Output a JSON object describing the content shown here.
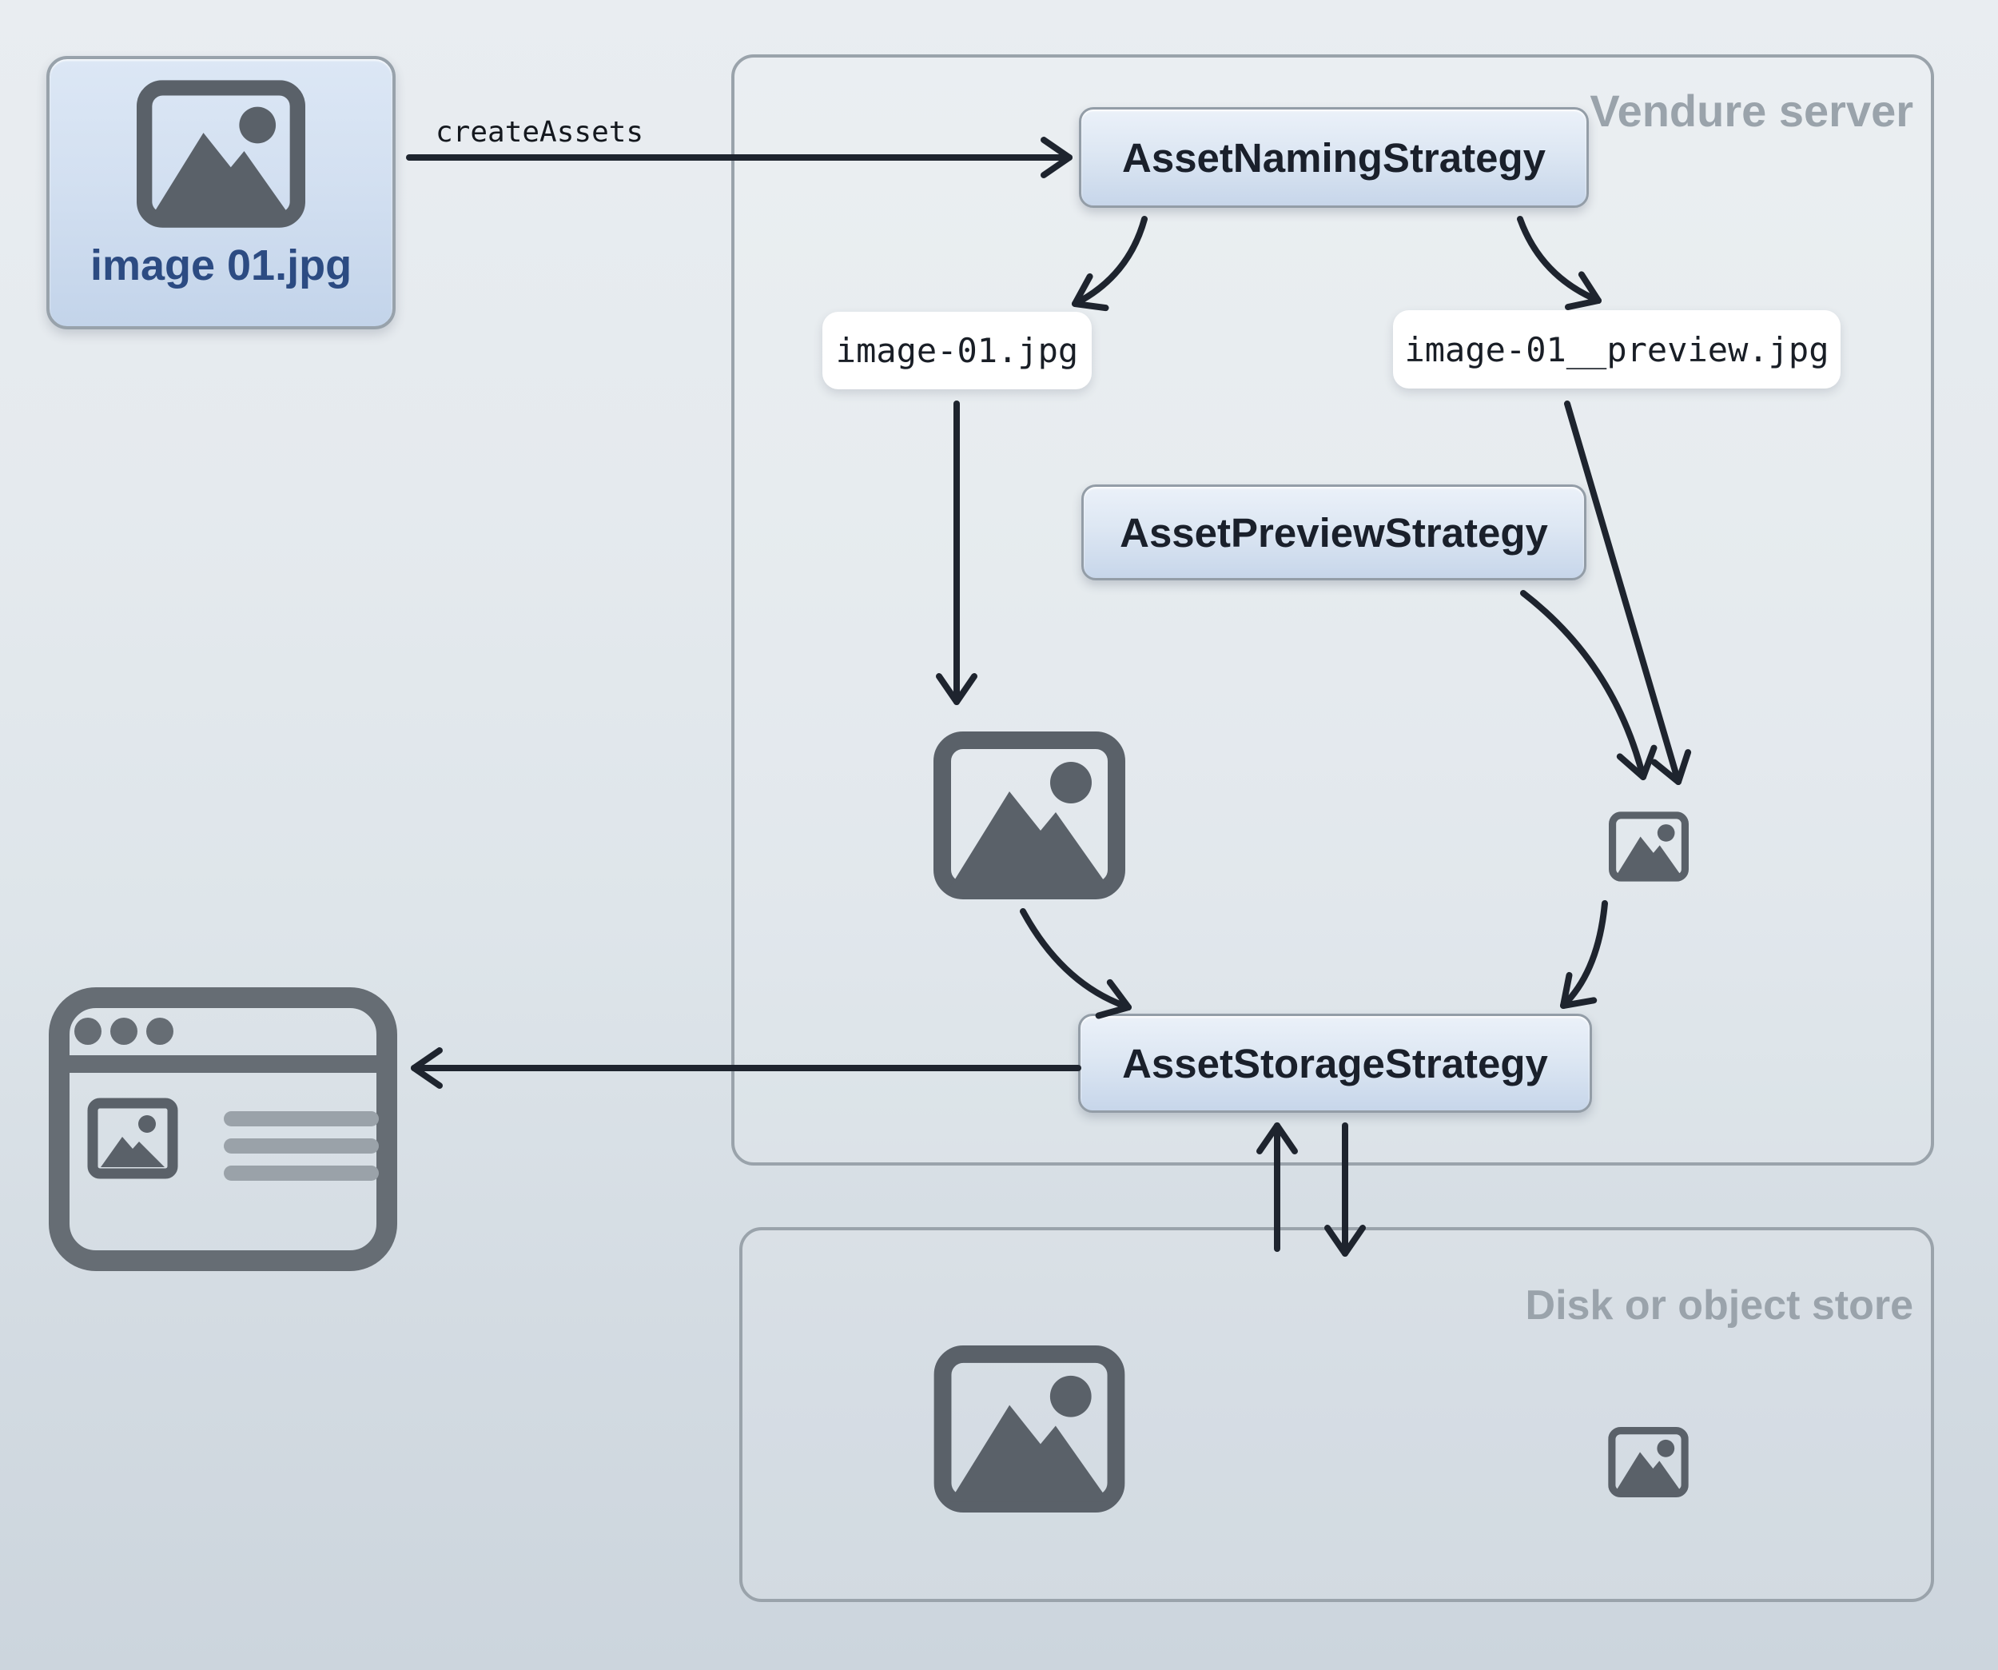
{
  "diagram": {
    "source_file_label": "image 01.jpg",
    "create_assets_label": "createAssets",
    "server_title": "Vendure server",
    "naming_strategy_label": "AssetNamingStrategy",
    "original_filename_label": "image-01.jpg",
    "preview_filename_label": "image-01__preview.jpg",
    "preview_strategy_label": "AssetPreviewStrategy",
    "storage_strategy_label": "AssetStorageStrategy",
    "store_title": "Disk or object store",
    "icons": {
      "source_image": "image-placeholder-icon",
      "server_original_image": "image-placeholder-icon",
      "server_preview_image": "image-placeholder-icon-small",
      "store_original_image": "image-placeholder-icon",
      "store_preview_image": "image-placeholder-icon-small",
      "browser_window": "browser-window-icon"
    },
    "colors": {
      "background_top": "#e9edf1",
      "background_bottom": "#ccd5dd",
      "arrow": "#1e242e",
      "box_border": "#939da7",
      "container_border": "#9aa3ab",
      "container_title": "#9aa3ab",
      "strategy_box_fill_top": "#ebf1f9",
      "strategy_box_fill_bottom": "#c7d6ea",
      "file_box_fill_top": "#dce7f5",
      "file_box_fill_bottom": "#c3d4ea",
      "file_label_blue": "#2c4b82",
      "strategy_text": "#1a202b",
      "mono_text": "#191e26",
      "icon_gray": "#5a6169",
      "browser_icon_gray": "#666d74",
      "browser_line_gray": "#9aa2a9",
      "pill_fill": "#ffffff"
    }
  }
}
